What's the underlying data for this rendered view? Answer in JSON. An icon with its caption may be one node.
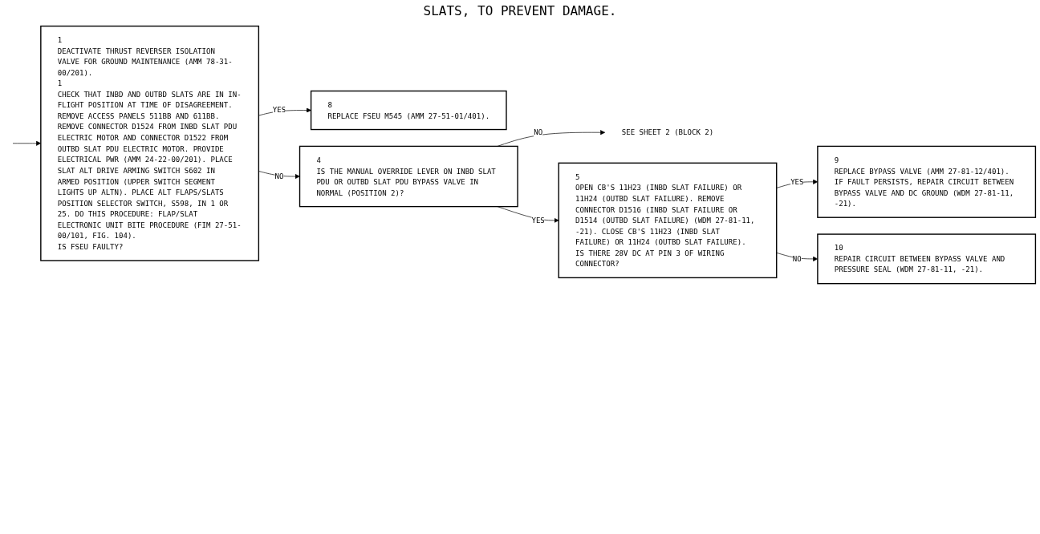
{
  "diagram": {
    "nodes": [
      {
        "text": [
          "1",
          "DEACTIVATE THRUST REVERSER ISOLATION VALVE FOR GROUND MAINTENANCE (AMM 78-31-00/201).",
          "1",
          "CHECK THAT INBD AND OUTBD SLATS ARE IN IN-FLIGHT POSITION AT TIME OF DISAGREEMENT. REMOVE ACCESS PANELS 511BB AND 611BB. REMOVE CONNECTOR D1524 FROM INBD SLAT PDU ELECTRIC MOTOR AND CONNECTOR D1522 FROM OUTBD SLAT PDU ELECTRIC MOTOR. PROVIDE ELECTRICAL PWR (AMM 24-22-00/201). PLACE SLAT ALT DRIVE ARMING SWITCH S602 IN ARMED POSITION (UPPER SWITCH SEGMENT LIGHTS UP ALTN). PLACE ALT FLAPS/SLATS POSITION SELECTOR SWITCH, S598, IN 1 OR 25. DO THIS PROCEDURE: FLAP/SLAT ELECTRONIC UNIT BITE PROCEDURE (FIM 27-51-00/101, FIG. 104).",
          "IS FSEU FAULTY?"
        ]
      },
      {
        "text": [
          "8",
          "REPLACE FSEU M545 (AMM 27-51-01/401)."
        ]
      },
      {
        "text": [
          "4",
          "IS THE MANUAL OVERRIDE LEVER ON INBD SLAT PDU OR OUTBD SLAT PDU BYPASS VALVE IN NORMAL (POSITION 2)?"
        ]
      },
      {
        "text": [
          "SEE SHEET 2 (BLOCK 2)"
        ]
      },
      {
        "text": [
          "5",
          "OPEN CB'S 11H23 (INBD SLAT FAILURE) OR 11H24 (OUTBD SLAT FAILURE). REMOVE CONNECTOR D1516 (INBD SLAT FAILURE OR D1514 (OUTBD SLAT FAILURE) (WDM 27-81-11, -21). CLOSE CB'S 11H23 (INBD SLAT FAILURE) OR 11H24 (OUTBD SLAT FAILURE).",
          "IS THERE 28V DC AT PIN 3 OF WIRING CONNECTOR?"
        ]
      },
      {
        "text": [
          "9",
          "REPLACE BYPASS VALVE (AMM 27-81-12/401).",
          "IF FAULT PERSISTS, REPAIR CIRCUIT BETWEEN BYPASS VALVE AND DC GROUND (WDM 27-81-11, -21)."
        ]
      },
      {
        "text": [
          "10",
          "REPAIR CIRCUIT BETWEEN BYPASS VALVE AND PRESSURE SEAL (WDM 27-81-11, -21)."
        ]
      }
    ],
    "edges": [
      {
        "from": null,
        "to": 0,
        "arrow": "to"
      },
      {
        "from": 0,
        "to": 1,
        "arrow": "to",
        "label": "YES"
      },
      {
        "from": 0,
        "to": 2,
        "arrow": "to",
        "label": "NO"
      },
      {
        "from": 2,
        "to": 3,
        "arrow": "to",
        "label": "NO"
      },
      {
        "from": 2,
        "to": 4,
        "arrow": "to",
        "label": "YES"
      },
      {
        "from": 4,
        "to": 5,
        "arrow": "to",
        "label": "YES"
      },
      {
        "from": 4,
        "to": 6,
        "arrow": "to",
        "label": "NO"
      }
    ],
    "labels": [
      "SLATS, TO PREVENT DAMAGE."
    ]
  }
}
